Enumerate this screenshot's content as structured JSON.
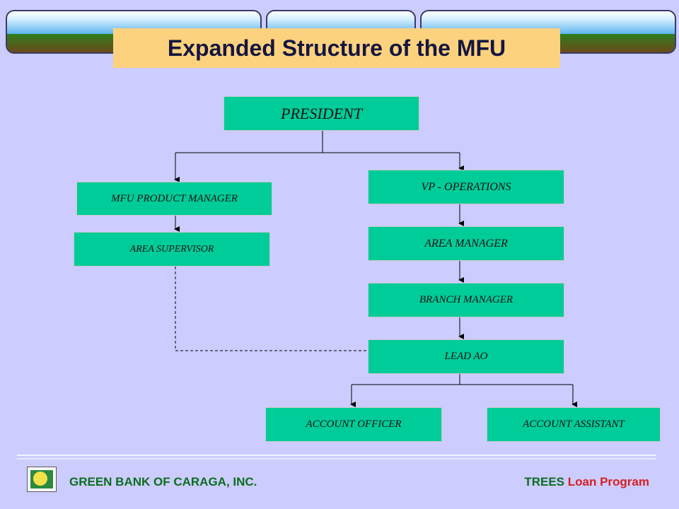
{
  "title": "Expanded Structure of the MFU",
  "org_chart": {
    "president": "PRESIDENT",
    "mfu_product_manager": "MFU PRODUCT MANAGER",
    "area_supervisor": "AREA SUPERVISOR",
    "vp_operations": "VP - OPERATIONS",
    "area_manager": "AREA MANAGER",
    "branch_manager": "BRANCH MANAGER",
    "lead_ao": "LEAD AO",
    "account_officer": "ACCOUNT OFFICER",
    "account_assistant": "ACCOUNT ASSISTANT"
  },
  "footer": {
    "company": "GREEN BANK OF CARAGA, INC.",
    "program_a": "TREES",
    "program_b": "Loan Program"
  },
  "colors": {
    "background": "#ccccff",
    "node_fill": "#00cc99",
    "title_fill": "#fdd27e",
    "footer_green": "#0b6d1f",
    "footer_red": "#d62020"
  }
}
